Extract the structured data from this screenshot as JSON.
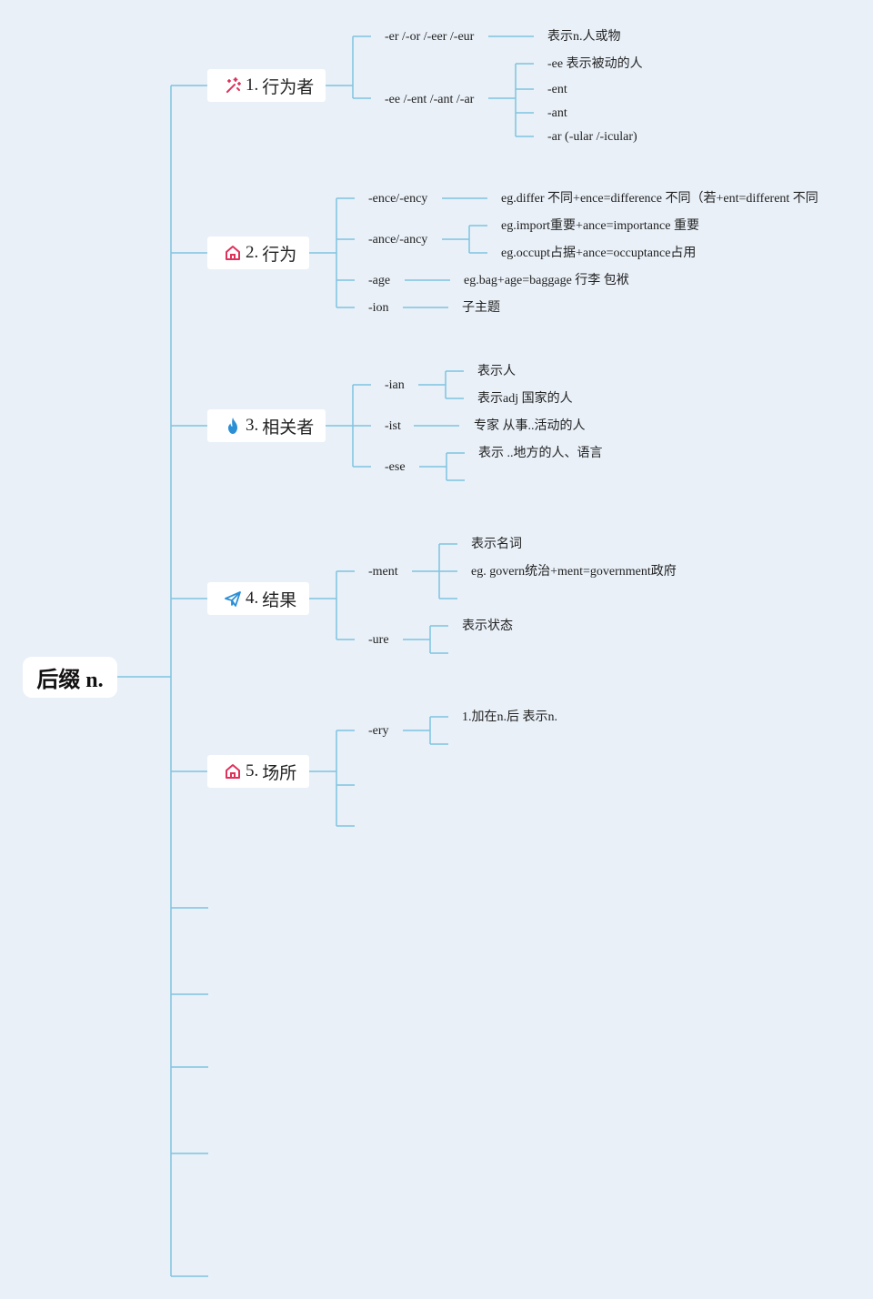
{
  "root": {
    "label": "后缀 n."
  },
  "branches": [
    {
      "number": "1.",
      "title": "行为者",
      "icon": "magic-wand-icon",
      "items": [
        {
          "label": "-er /-or /-eer /-eur",
          "notes": [
            "表示n.人或物"
          ]
        },
        {
          "label": "-ee /-ent /-ant /-ar",
          "notes": [
            "-ee 表示被动的人",
            "-ent",
            "-ant",
            "-ar (-ular /-icular)"
          ]
        }
      ]
    },
    {
      "number": "2.",
      "title": "行为",
      "icon": "house-icon",
      "items": [
        {
          "label": "-ence/-ency",
          "notes": [
            "eg.differ 不同+ence=difference 不同（若+ent=different 不同"
          ]
        },
        {
          "label": "-ance/-ancy",
          "notes": [
            "eg.import重要+ance=importance 重要",
            "eg.occupt占据+ance=occuptance占用"
          ]
        },
        {
          "label": "-age",
          "notes": [
            "eg.bag+age=baggage 行李 包袱"
          ]
        },
        {
          "label": "-ion",
          "notes": [
            "子主题"
          ]
        }
      ]
    },
    {
      "number": "3.",
      "title": "相关者",
      "icon": "flame-icon",
      "items": [
        {
          "label": "-ian",
          "notes": [
            "表示人",
            "表示adj 国家的人"
          ]
        },
        {
          "label": "-ist",
          "notes": [
            "专家 从事..活动的人"
          ]
        },
        {
          "label": "-ese",
          "notes": [
            "表示 ..地方的人、语言"
          ]
        }
      ]
    },
    {
      "number": "4.",
      "title": "结果",
      "icon": "paper-plane-icon",
      "items": [
        {
          "label": "-ment",
          "notes": [
            "表示名词",
            "eg. govern统治+ment=government政府"
          ]
        },
        {
          "label": "-ure",
          "notes": [
            "表示状态"
          ]
        }
      ]
    },
    {
      "number": "5.",
      "title": "场所",
      "icon": "house-icon",
      "items": [
        {
          "label": "-ery",
          "notes": [
            "1.加在n.后 表示n."
          ]
        }
      ]
    }
  ],
  "colors": {
    "background": "#e9f0f8",
    "connector": "#7fc4e0",
    "icon_red": "#e0315b",
    "icon_blue": "#2b8fd6"
  }
}
